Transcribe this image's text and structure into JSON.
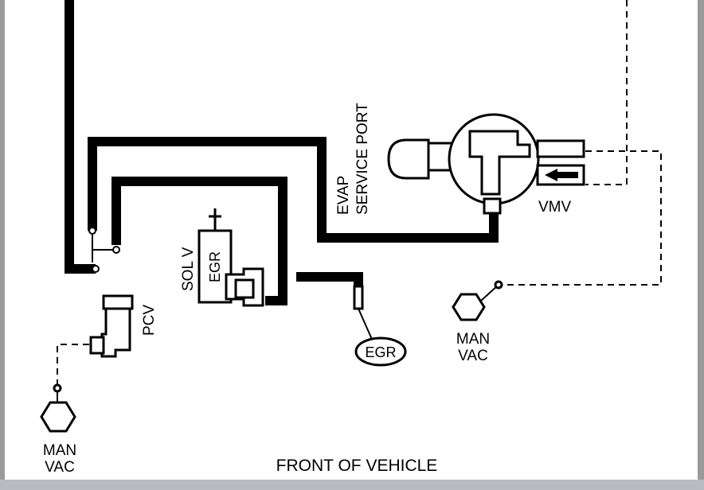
{
  "labels": {
    "evap_line1": "EVAP",
    "evap_line2": "SERVICE PORT",
    "vmv": "VMV",
    "sol_v": "SOL V",
    "egr_solenoid": "EGR",
    "egr_valve": "EGR",
    "pcv": "PCV",
    "man_vac_right_1": "MAN",
    "man_vac_right_2": "VAC",
    "man_vac_left_1": "MAN",
    "man_vac_left_2": "VAC",
    "front_of_vehicle": "FRONT OF VEHICLE"
  }
}
